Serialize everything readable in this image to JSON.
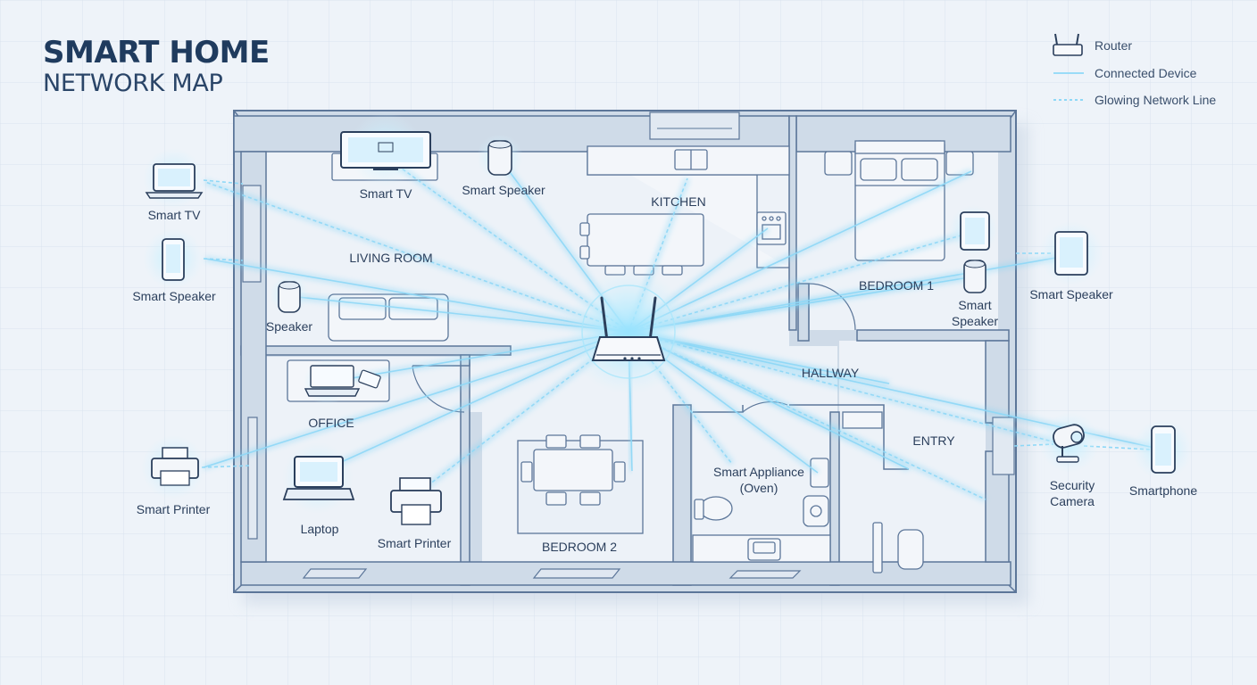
{
  "header": {
    "title": "SMART HOME",
    "subtitle": "NETWORK MAP"
  },
  "legend": [
    {
      "label": "Router",
      "icon": "router-icon"
    },
    {
      "label": "Connected Device",
      "icon": "connected-line-icon"
    },
    {
      "label": "Glowing Network Line",
      "icon": "glowing-line-icon"
    }
  ],
  "rooms": {
    "living_room": "LIVING ROOM",
    "kitchen": "KITCHEN",
    "bedroom_1": "BEDROOM 1",
    "hallway": "HALLWAY",
    "office": "OFFICE",
    "bedroom_2": "BEDROOM 2",
    "entry": "ENTRY"
  },
  "devices_inside": {
    "smart_tv": "Smart TV",
    "smart_speaker_living": "Smart Speaker",
    "speaker": "Speaker",
    "smart_speaker_bedroom_line1": "Smart",
    "smart_speaker_bedroom_line2": "Speaker",
    "oven_line1": "Smart Appliance",
    "oven_line2": "(Oven)",
    "laptop": "Laptop",
    "smart_printer": "Smart Printer"
  },
  "devices_outside": {
    "left_top": "Smart TV",
    "left_mid": "Smart Speaker",
    "left_bottom": "Smart Printer",
    "right_tablet": "Smart Speaker",
    "camera_line1": "Security",
    "camera_line2": "Camera",
    "smartphone": "Smartphone"
  },
  "colors": {
    "background": "#eef3f9",
    "wall": "#5c7699",
    "wall_fill": "#cdd9e7",
    "floor": "#e9eff6",
    "glow": "#7fd3f5",
    "line": "#8ed8f7",
    "text_dark": "#1f3b5e"
  }
}
